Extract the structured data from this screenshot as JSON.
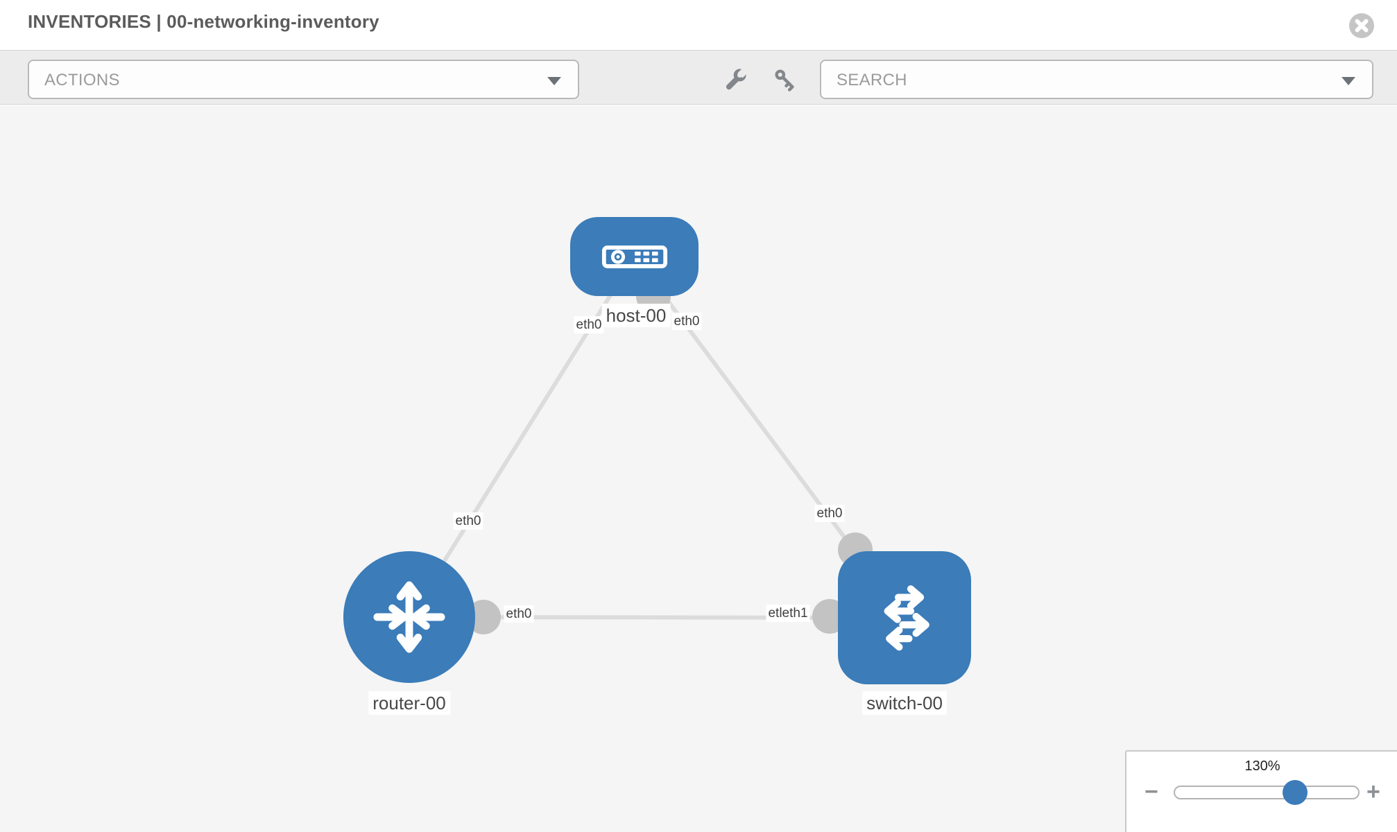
{
  "header": {
    "title": "INVENTORIES | 00-networking-inventory"
  },
  "toolbar": {
    "actions": {
      "label": "ACTIONS"
    },
    "search": {
      "label": "SEARCH"
    }
  },
  "icons": {
    "close": "x-circle",
    "actions_caret": "triangle-down",
    "search_caret": "triangle-down",
    "tools": [
      "wrench",
      "key"
    ],
    "node_host": "server",
    "node_router": "router-cross-arrows",
    "node_switch": "switch-zigzag-arrows"
  },
  "topology": {
    "nodes": [
      {
        "type": "host",
        "label": "host-00"
      },
      {
        "type": "router",
        "label": "router-00"
      },
      {
        "type": "switch",
        "label": "switch-00"
      }
    ],
    "interface_labels": [
      {
        "text": "eth0",
        "near": "host-00 lower-left"
      },
      {
        "text": "eth0",
        "near": "host-00 lower-right"
      },
      {
        "text": "eth0",
        "near": "router-00 uplink"
      },
      {
        "text": "eth0",
        "near": "switch-00 uplink"
      },
      {
        "text": "eth0",
        "near": "router-00 right"
      },
      {
        "text": "etleth1",
        "near": "switch-00 left"
      }
    ],
    "links": [
      {
        "from": "host-00",
        "to": "router-00"
      },
      {
        "from": "host-00",
        "to": "switch-00"
      },
      {
        "from": "router-00",
        "to": "switch-00"
      }
    ]
  },
  "zoom_control": {
    "percent_label": "130%",
    "value": 130,
    "minus_label": "−",
    "plus_label": "+"
  },
  "colors": {
    "node_blue": "#3b7cb9",
    "link_gray": "#dcdcdc",
    "connector_gray": "#c3c3c3",
    "canvas_bg": "#f5f5f5",
    "toolbar_bg": "#ececec"
  }
}
